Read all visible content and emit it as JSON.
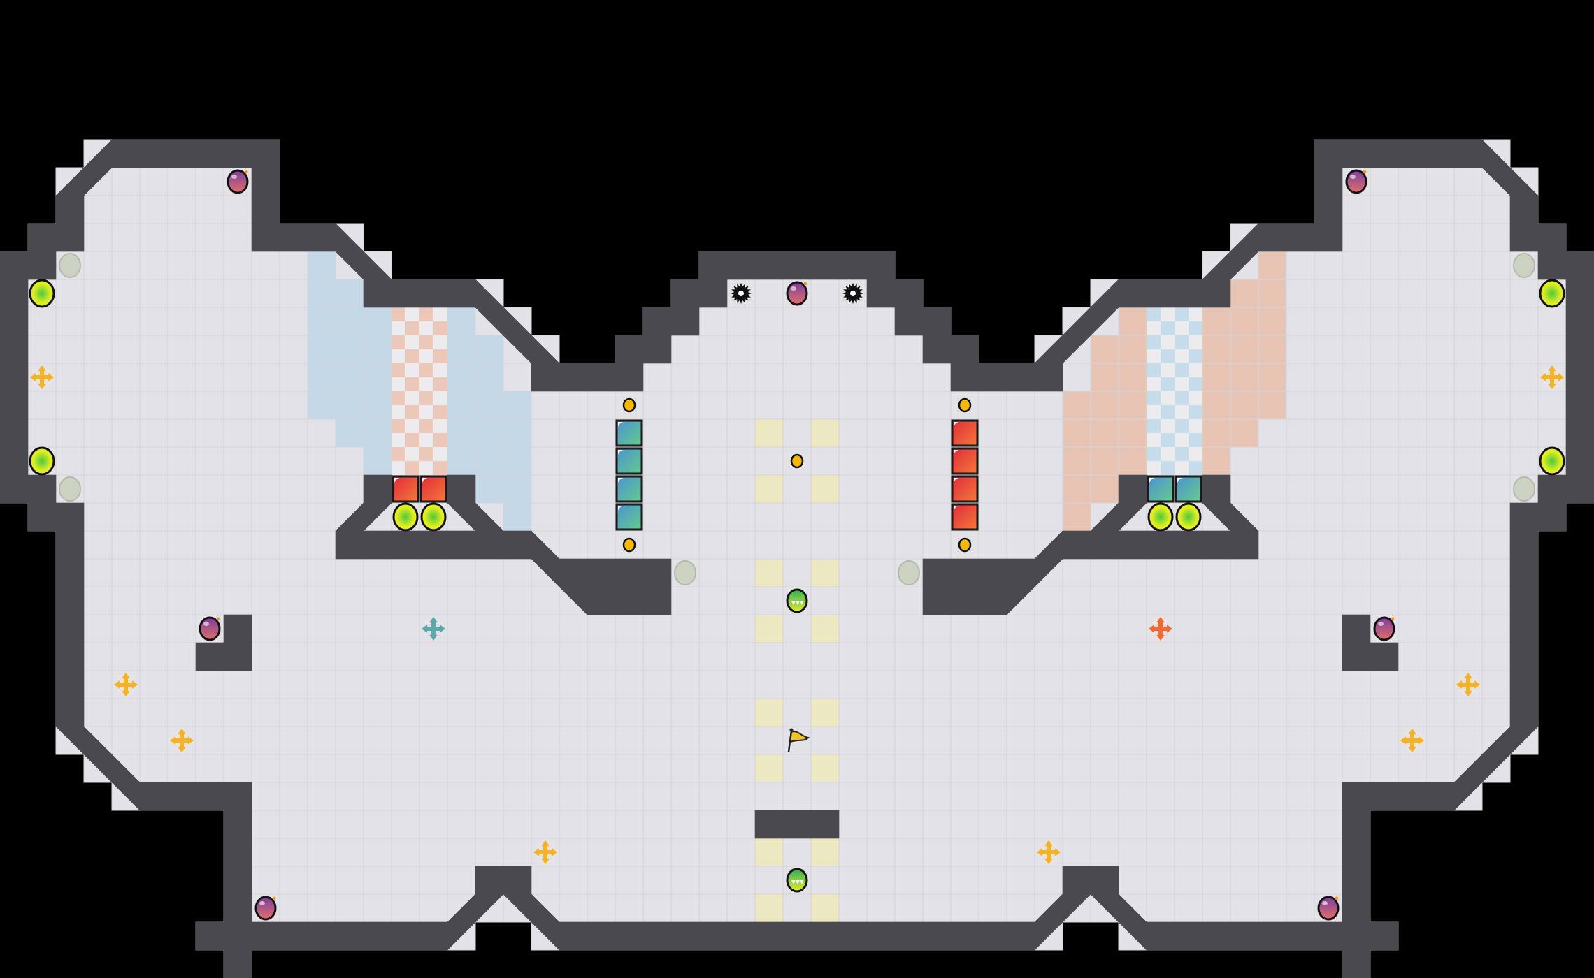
{
  "view": {
    "type": "top-down tile map",
    "tile_grid": "57x35"
  },
  "colors": {
    "background": "#000000",
    "floor": "#e3e3e7",
    "floor_grid": "#d3d3d8",
    "wall": "#4a494f",
    "wall_edge": "#2e2e33",
    "blue_team_tile": "#c4d8e8",
    "red_team_tile": "#e8c4b4",
    "neutral_tile": "#ebe8c2",
    "checker_light": "#ececee"
  },
  "entities": {
    "bomb": {
      "icon": "bomb-icon",
      "count": 7
    },
    "boost": {
      "icon": "boost-icon",
      "count": 8
    },
    "inactive_boost": {
      "icon": "inactive-boost-icon",
      "count": 6
    },
    "neutral_cross": {
      "icon": "move-arrows-icon",
      "color": "#f5b223",
      "count": 8
    },
    "blue_cross": {
      "icon": "move-arrows-icon",
      "color": "#5aa9aa",
      "count": 1
    },
    "red_cross": {
      "icon": "move-arrows-icon",
      "color": "#f26a32",
      "count": 1
    },
    "token": {
      "icon": "yellow-dot-icon",
      "count": 5
    },
    "spike": {
      "icon": "spike-icon",
      "count": 2
    },
    "powerup": {
      "icon": "green-powerup-icon",
      "count": 2
    },
    "flag": {
      "icon": "yellow-flag-icon",
      "count": 1
    },
    "red_gate": {
      "icon": "red-gate-icon",
      "count": 6
    },
    "blue_gate": {
      "icon": "blue-gate-icon",
      "count": 6
    }
  }
}
